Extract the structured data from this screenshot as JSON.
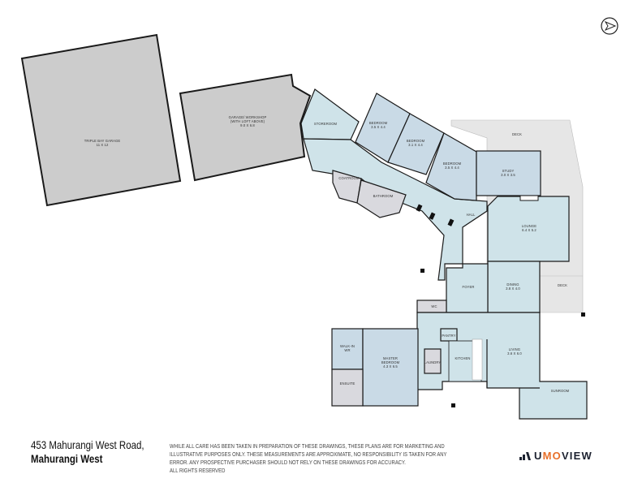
{
  "compass": {
    "icon": "north-arrow-compass-icon"
  },
  "rooms": {
    "triple_garage": {
      "name": "TRIPLE BAY GARAGE",
      "dims": "11 X 12"
    },
    "garage_workshop": {
      "name": "GARAGE/ WORKSHOP",
      "note": "(WITH LOFT ABOVE)",
      "dims": "9.0 X 6.8"
    },
    "storeroom": {
      "name": "STOREROOM"
    },
    "bedroom1": {
      "name": "BEDROOM",
      "dims": "3.5 X 4.4"
    },
    "bedroom2": {
      "name": "BEDROOM",
      "dims": "3.1 X 4.4"
    },
    "bedroom3": {
      "name": "BEDROOM",
      "dims": "3.5 X 4.4"
    },
    "study": {
      "name": "STUDY",
      "dims": "3.0 X 3.5"
    },
    "deck_top": {
      "name": "DECK"
    },
    "coatroom": {
      "name": "COATROOM"
    },
    "bathroom": {
      "name": "BATHROOM"
    },
    "hall": {
      "name": "HALL"
    },
    "lounge": {
      "name": "LOUNGE",
      "dims": "6.4 X 5.2"
    },
    "dining": {
      "name": "DINING",
      "dims": "3.8 X 4.0"
    },
    "deck_right": {
      "name": "DECK"
    },
    "foyer": {
      "name": "FOYER"
    },
    "wc": {
      "name": "WC"
    },
    "walkin": {
      "name": "WALK-IN",
      "note": "WR"
    },
    "master": {
      "name": "MASTER",
      "note": "BEDROOM",
      "dims": "4.3 X 6.5"
    },
    "ensuite": {
      "name": "ENSUITE"
    },
    "laundry": {
      "name": "LAUNDRY"
    },
    "pantry": {
      "name": "PANTRY"
    },
    "kitchen": {
      "name": "KITCHEN"
    },
    "living": {
      "name": "LIVING",
      "dims": "3.6 X 6.0"
    },
    "sunroom": {
      "name": "SUNROOM"
    }
  },
  "colors": {
    "garage": "#cccccc",
    "bedroom": "#c9dae6",
    "living": "#cfe3e9",
    "wet": "#d9d9de",
    "deck": "#e6e6e6",
    "wall": "#1a1a1a",
    "brand_accent": "#e8702a",
    "brand_dark": "#1d2230"
  },
  "footer": {
    "address_line1": "453 Mahurangi West Road,",
    "address_line2": "Mahurangi West",
    "disclaimer": [
      "While all care has been taken in preparation of these drawings, these plans are for marketing and",
      "illustrative purposes only. These measurements are approximate, no responsibility is taken for any",
      "error. Any prospective purchaser should not rely on these drawings for accuracy.",
      "All rights reserved"
    ],
    "brand": {
      "prefix": "U",
      "accent": "MO",
      "suffix": "VIEW",
      "icon": "umoview-logo-icon"
    }
  }
}
